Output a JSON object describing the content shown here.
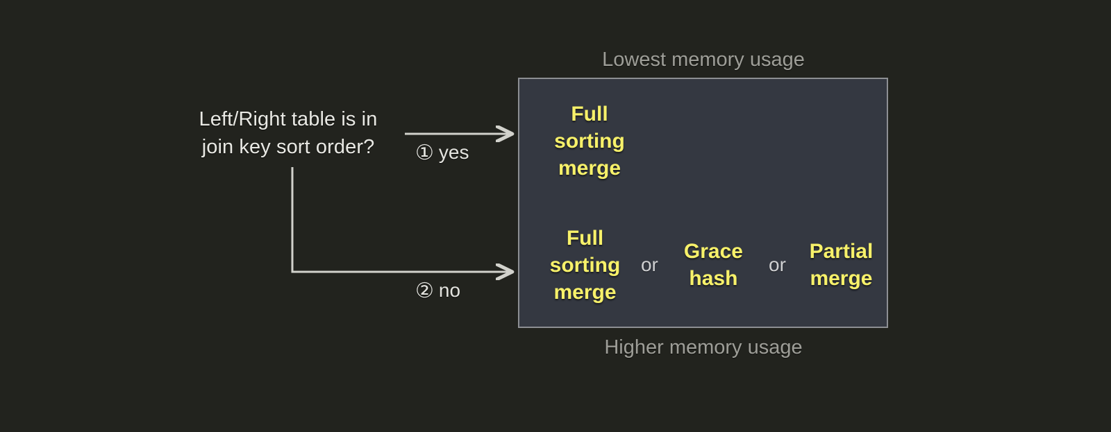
{
  "diagram": {
    "title_hidden": "",
    "question": {
      "lines": [
        "Left/Right table is in",
        "join key sort order?"
      ]
    },
    "branches": [
      {
        "marker": "①",
        "label": "yes",
        "name": "yes"
      },
      {
        "marker": "②",
        "label": "no",
        "name": "no"
      }
    ],
    "captions": {
      "top": "Lowest memory usage",
      "bottom": "Higher memory usage"
    },
    "outcomes": {
      "sorted": {
        "options": [
          {
            "lines": [
              "Full",
              "sorting",
              "merge"
            ]
          }
        ]
      },
      "unsorted": {
        "separator": "or",
        "options": [
          {
            "lines": [
              "Full",
              "sorting",
              "merge"
            ]
          },
          {
            "lines": [
              "Grace",
              "hash"
            ]
          },
          {
            "lines": [
              "Partial",
              "merge"
            ]
          }
        ]
      }
    },
    "colors": {
      "background": "#22231E",
      "box_fill": "#343841",
      "box_border": "#8D8F93",
      "option_text": "#F7F16A",
      "body_text": "#E9E9E4",
      "caption_text": "#9E9E98",
      "connector": "#D2D2CC"
    }
  }
}
